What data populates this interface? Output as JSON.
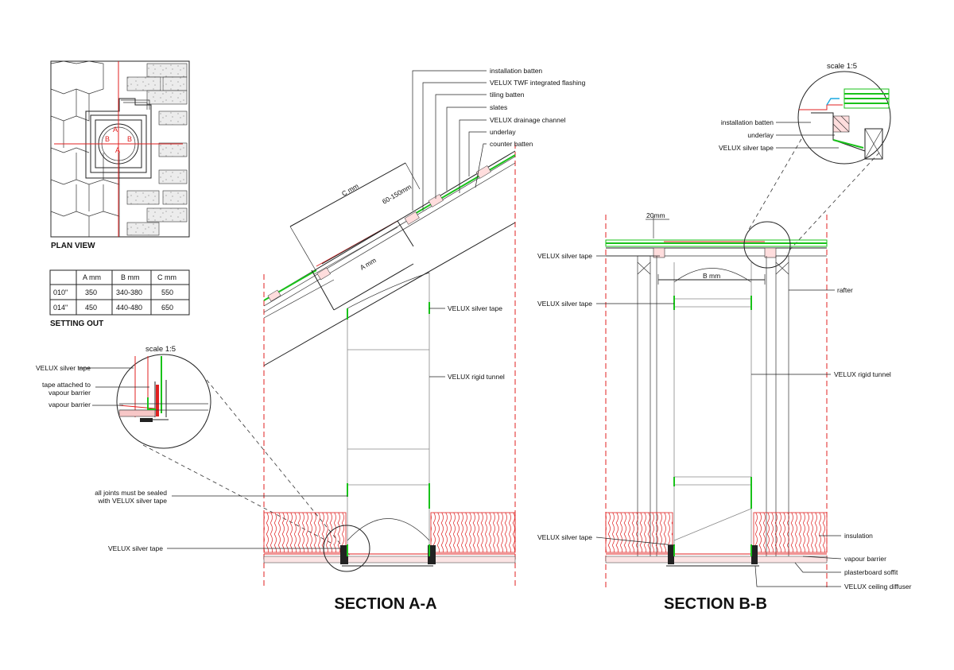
{
  "plan_view": {
    "title": "PLAN VIEW",
    "section_markers": [
      "A",
      "B",
      "A",
      "B"
    ]
  },
  "setting_out": {
    "title": "SETTING OUT",
    "headers": [
      "",
      "A mm",
      "B mm",
      "C mm"
    ],
    "rows": [
      [
        "010\"",
        "350",
        "340-380",
        "550"
      ],
      [
        "014\"",
        "450",
        "440-480",
        "650"
      ]
    ]
  },
  "detail_a": {
    "scale": "scale 1:5",
    "labels": [
      "VELUX silver tape",
      "tape attached to",
      "vapour barrier",
      "vapour barrier"
    ]
  },
  "section_a": {
    "title": "SECTION A-A",
    "dims": {
      "c": "C mm",
      "gap": "60-150mm",
      "a": "A mm"
    },
    "top_labels": [
      "installation batten",
      "VELUX TWF integrated flashing",
      "tiling batten",
      "slates",
      "VELUX drainage channel",
      "underlay",
      "counter batten"
    ],
    "right_labels": [
      "VELUX silver tape",
      "VELUX rigid tunnel"
    ],
    "left_labels": [
      "all joints must be sealed",
      "with VELUX silver tape",
      "VELUX silver tape"
    ]
  },
  "detail_b": {
    "scale": "scale 1:5",
    "labels": [
      "installation batten",
      "underlay",
      "VELUX silver tape"
    ]
  },
  "section_b": {
    "title": "SECTION B-B",
    "dims": {
      "top": "20mm",
      "b": "B mm"
    },
    "left_labels": [
      "VELUX silver tape",
      "VELUX silver tape",
      "VELUX silver tape"
    ],
    "right_labels": [
      "rafter",
      "VELUX rigid tunnel",
      "insulation",
      "vapour barrier",
      "plasterboard soffit",
      "VELUX ceiling diffuser"
    ]
  },
  "colors": {
    "line": "#222222",
    "red": "#e02020",
    "green": "#19c21a",
    "cyan": "#1aa8e0"
  }
}
